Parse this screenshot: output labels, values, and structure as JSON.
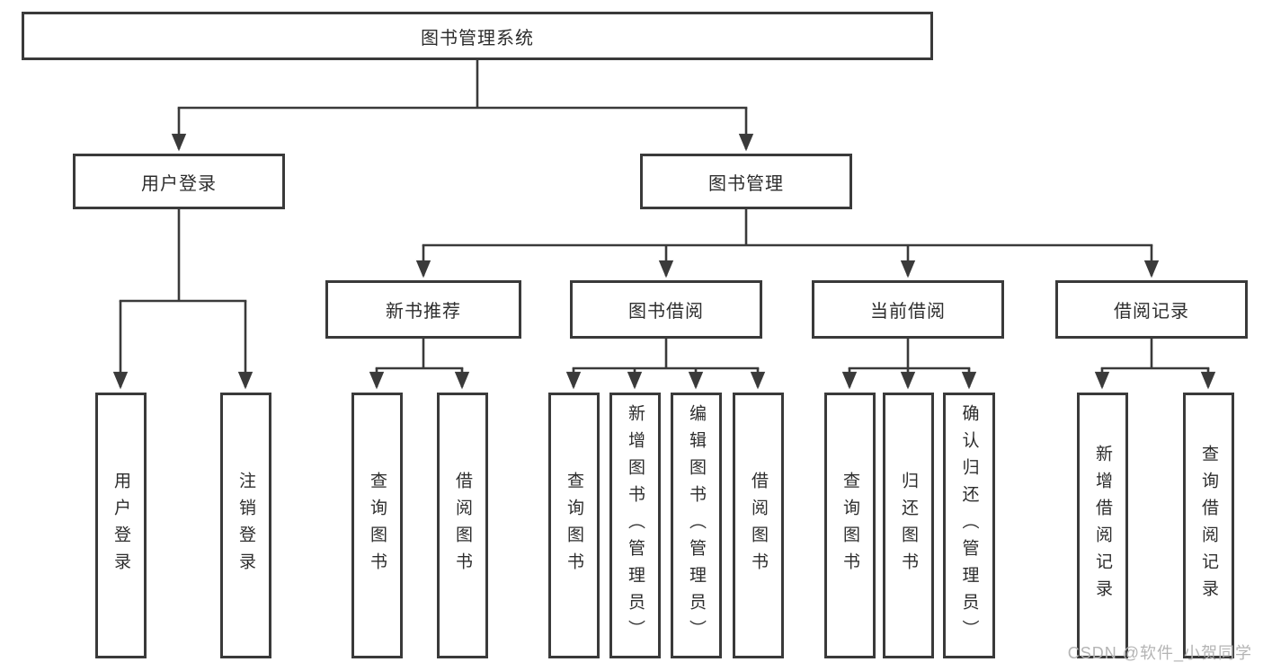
{
  "diagram": {
    "root": {
      "label": "图书管理系统"
    },
    "branches": [
      {
        "label": "用户登录",
        "children": [
          {
            "label": "用户登录"
          },
          {
            "label": "注销登录"
          }
        ]
      },
      {
        "label": "图书管理",
        "children": [
          {
            "label": "新书推荐",
            "children": [
              {
                "label": "查询图书"
              },
              {
                "label": "借阅图书"
              }
            ]
          },
          {
            "label": "图书借阅",
            "children": [
              {
                "label": "查询图书"
              },
              {
                "label": "新增图书（管理员）"
              },
              {
                "label": "编辑图书（管理员）"
              },
              {
                "label": "借阅图书"
              }
            ]
          },
          {
            "label": "当前借阅",
            "children": [
              {
                "label": "查询图书"
              },
              {
                "label": "归还图书"
              },
              {
                "label": "确认归还（管理员）"
              }
            ]
          },
          {
            "label": "借阅记录",
            "children": [
              {
                "label": "新增借阅记录"
              },
              {
                "label": "查询借阅记录"
              }
            ]
          }
        ]
      }
    ]
  },
  "watermark": {
    "text": "CSDN @软件_小贺同学"
  },
  "colors": {
    "line": "#3a3a3a",
    "box_border": "#3a3a3a",
    "text": "#2d2d2d",
    "watermark": "#b4b4b4",
    "background": "#ffffff"
  }
}
